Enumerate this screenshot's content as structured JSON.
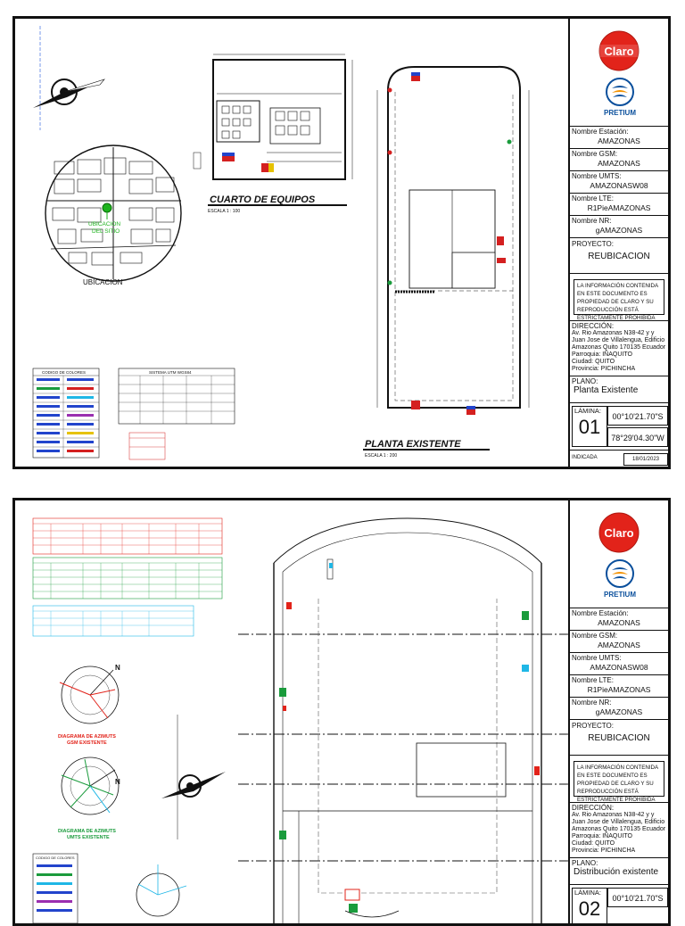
{
  "sheets": [
    {
      "titleblock": {
        "estacion_label": "Nombre Estación:",
        "estacion": "AMAZONAS",
        "gsm_label": "Nombre GSM:",
        "gsm": "AMAZONAS",
        "umts_label": "Nombre UMTS:",
        "umts": "AMAZONASW08",
        "lte_label": "Nombre LTE:",
        "lte": "R1PieAMAZONAS",
        "nr_label": "Nombre NR:",
        "nr": "gAMAZONAS",
        "proyecto_label": "PROYECTO:",
        "proyecto": "REUBICACION",
        "legal": "LA INFORMACIÓN CONTENIDA EN ESTE DOCUMENTO ES PROPIEDAD DE CLARO Y SU REPRODUCCIÓN ESTÁ ESTRICTAMENTE PROHIBIDA",
        "direccion_label": "DIRECCIÓN:",
        "direccion": "Av. Rio Amazonas N38-42 y y Juan Jose de Villalengua, Edificio Amazonas Quito 170135 Ecuador",
        "parroquia": "Parroquia: IÑAQUITO",
        "ciudad": "Ciudad: QUITO",
        "provincia": "Provincia: PICHINCHA",
        "plano_label": "PLANO:",
        "plano": "Planta Existente",
        "lamina_label": "LÁMINA:",
        "lamina": "01",
        "lat": "00°10'21.70\"S",
        "lon": "78°29'04.30\"W",
        "escala": "INDICADA",
        "fecha": "18/01/2023"
      },
      "drawing": {
        "cuarto_title": "CUARTO DE EQUIPOS",
        "cuarto_scale": "ESCALA    1 : 100",
        "planta_title": "PLANTA EXISTENTE",
        "planta_scale": "ESCALA    1 : 200",
        "ubicacion_label": "UBICACION",
        "ubicacion_sitio": "UBICACION",
        "ubicacion_sitio2": "DEL SITIO",
        "codigo_title": "CODIGO DE COLORES",
        "utm_title": "SISTEMA UTM WGS84"
      }
    },
    {
      "titleblock": {
        "estacion_label": "Nombre Estación:",
        "estacion": "AMAZONAS",
        "gsm_label": "Nombre GSM:",
        "gsm": "AMAZONAS",
        "umts_label": "Nombre UMTS:",
        "umts": "AMAZONASW08",
        "lte_label": "Nombre LTE:",
        "lte": "R1PieAMAZONAS",
        "nr_label": "Nombre NR:",
        "nr": "gAMAZONAS",
        "proyecto_label": "PROYECTO:",
        "proyecto": "REUBICACION",
        "legal": "LA INFORMACIÓN CONTENIDA EN ESTE DOCUMENTO ES PROPIEDAD DE CLARO Y SU REPRODUCCIÓN ESTÁ ESTRICTAMENTE PROHIBIDA",
        "direccion_label": "DIRECCIÓN:",
        "direccion": "Av. Rio Amazonas N38-42 y y Juan Jose de Villalengua, Edificio Amazonas Quito 170135 Ecuador",
        "parroquia": "Parroquia: IÑAQUITO",
        "ciudad": "Ciudad: QUITO",
        "provincia": "Provincia: PICHINCHA",
        "plano_label": "PLANO:",
        "plano": "Distribución existente",
        "lamina_label": "LÁMINA:",
        "lamina": "02",
        "lat": "00°10'21.70\"S",
        "lon": "",
        "escala": "",
        "fecha": ""
      },
      "drawing": {
        "gsm_diagram_title": "DIAGRAMA DE AZIMUTS",
        "gsm_diagram_sub": "GSM EXISTENTE",
        "umts_diagram_title": "DIAGRAMA DE AZIMUTS",
        "umts_diagram_sub": "UMTS EXISTENTE",
        "north": "N",
        "codigo_title": "CODIGO DE COLORES"
      }
    }
  ],
  "brand": {
    "claro_name": "Claro",
    "pretium_name": "PRETIUM",
    "claro_red": "#e2231a",
    "pretium_blue": "#0a4f9c",
    "pretium_orange": "#f39200"
  },
  "colors": {
    "gsm_table": "#e2231a",
    "umts_table": "#1a9b3c",
    "lte_table": "#1fb7e6",
    "cuarto_title": "#111111",
    "site_marker": "#1db31d"
  }
}
